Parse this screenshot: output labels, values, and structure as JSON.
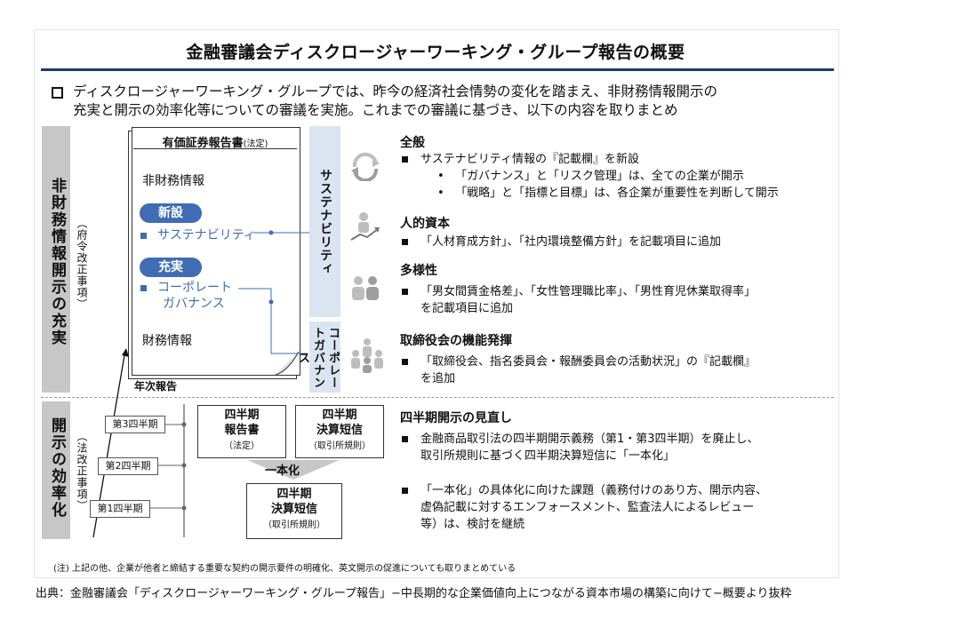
{
  "title": "金融審議会ディスクロージャーワーキング・グループ報告の概要",
  "intro": {
    "line1": "ディスクロージャーワーキング・グループでは、昨今の経済社会情勢の変化を踏まえ、非財務情報開示の",
    "line2": "充実と開示の効率化等についての審議を実施。これまでの審議に基づき、以下の内容を取りまとめ"
  },
  "left_bands": {
    "upper": {
      "label": "非財務情報開示の充実",
      "sub": "（府令改正事項）"
    },
    "lower": {
      "label": "開示の効率化",
      "sub": "（法改正事項）"
    }
  },
  "report_doc": {
    "title": "有価証券報告書",
    "title_note": "(法定)",
    "nonfinancial": "非財務情報",
    "new_pill": "新設",
    "sustainability_item": "サステナビリティ",
    "enhance_pill": "充実",
    "governance_item_1": "コーポレート",
    "governance_item_2": "ガバナンス",
    "financial": "財務情報",
    "annual": "年次報告"
  },
  "vertical_boxes": {
    "sustainability": "サステナビリティ",
    "governance": "コーポレートガバナンス"
  },
  "sections": {
    "general": {
      "heading": "全般",
      "item": "サステナビリティ情報の『記載欄』を新設",
      "sub1": "「ガバナンス」と「リスク管理」は、全ての企業が開示",
      "sub2": "「戦略」と「指標と目標」は、各企業が重要性を判断して開示"
    },
    "human": {
      "heading": "人的資本",
      "item": "「人材育成方針」、「社内環境整備方針」を記載項目に追加"
    },
    "diversity": {
      "heading": "多様性",
      "item1": "「男女間賃金格差」、「女性管理職比率」、「男性育児休業取得率」",
      "item2": "を記載項目に追加"
    },
    "board": {
      "heading": "取締役会の機能発揮",
      "item1": "「取締役会、指名委員会・報酬委員会の活動状況」の『記載欄』",
      "item2": "を追加"
    },
    "quarterly": {
      "heading": "四半期開示の見直し",
      "item1a": "金融商品取引法の四半期開示義務（第1・第3四半期）を廃止し、",
      "item1b": "取引所規則に基づく四半期決算短信に「一本化」",
      "item2a": "「一本化」の具体化に向けた課題（義務付けのあり方、開示内容、",
      "item2b": "虚偽記載に対するエンフォースメント、監査法人によるレビュー",
      "item2c": "等）は、検討を継続"
    }
  },
  "quarter_steps": [
    "第3四半期",
    "第2四半期",
    "第1四半期"
  ],
  "quarter_boxes": {
    "report": {
      "line1": "四半期",
      "line2": "報告書",
      "note": "（法定）"
    },
    "tanshin": {
      "line1": "四半期",
      "line2": "決算短信",
      "note": "（取引所規則）"
    },
    "unified_label": "一本化",
    "result": {
      "line1": "四半期",
      "line2": "決算短信",
      "note": "（取引所規則）"
    }
  },
  "footnote": "(注) 上記の他、企業が他者と締結する重要な契約の開示要件の明確化、英文開示の促進についても取りまとめている",
  "source": "出典：金融審議会「ディスクロージャーワーキング・グループ報告」−中長期的な企業価値向上につながる資本市場の構築に向けて−概要より抜粋",
  "colors": {
    "accent": "#3f6cb3",
    "title_rule": "#1f3a6b",
    "band": "#c7c7c7",
    "vbox": "#dbe4f1"
  }
}
